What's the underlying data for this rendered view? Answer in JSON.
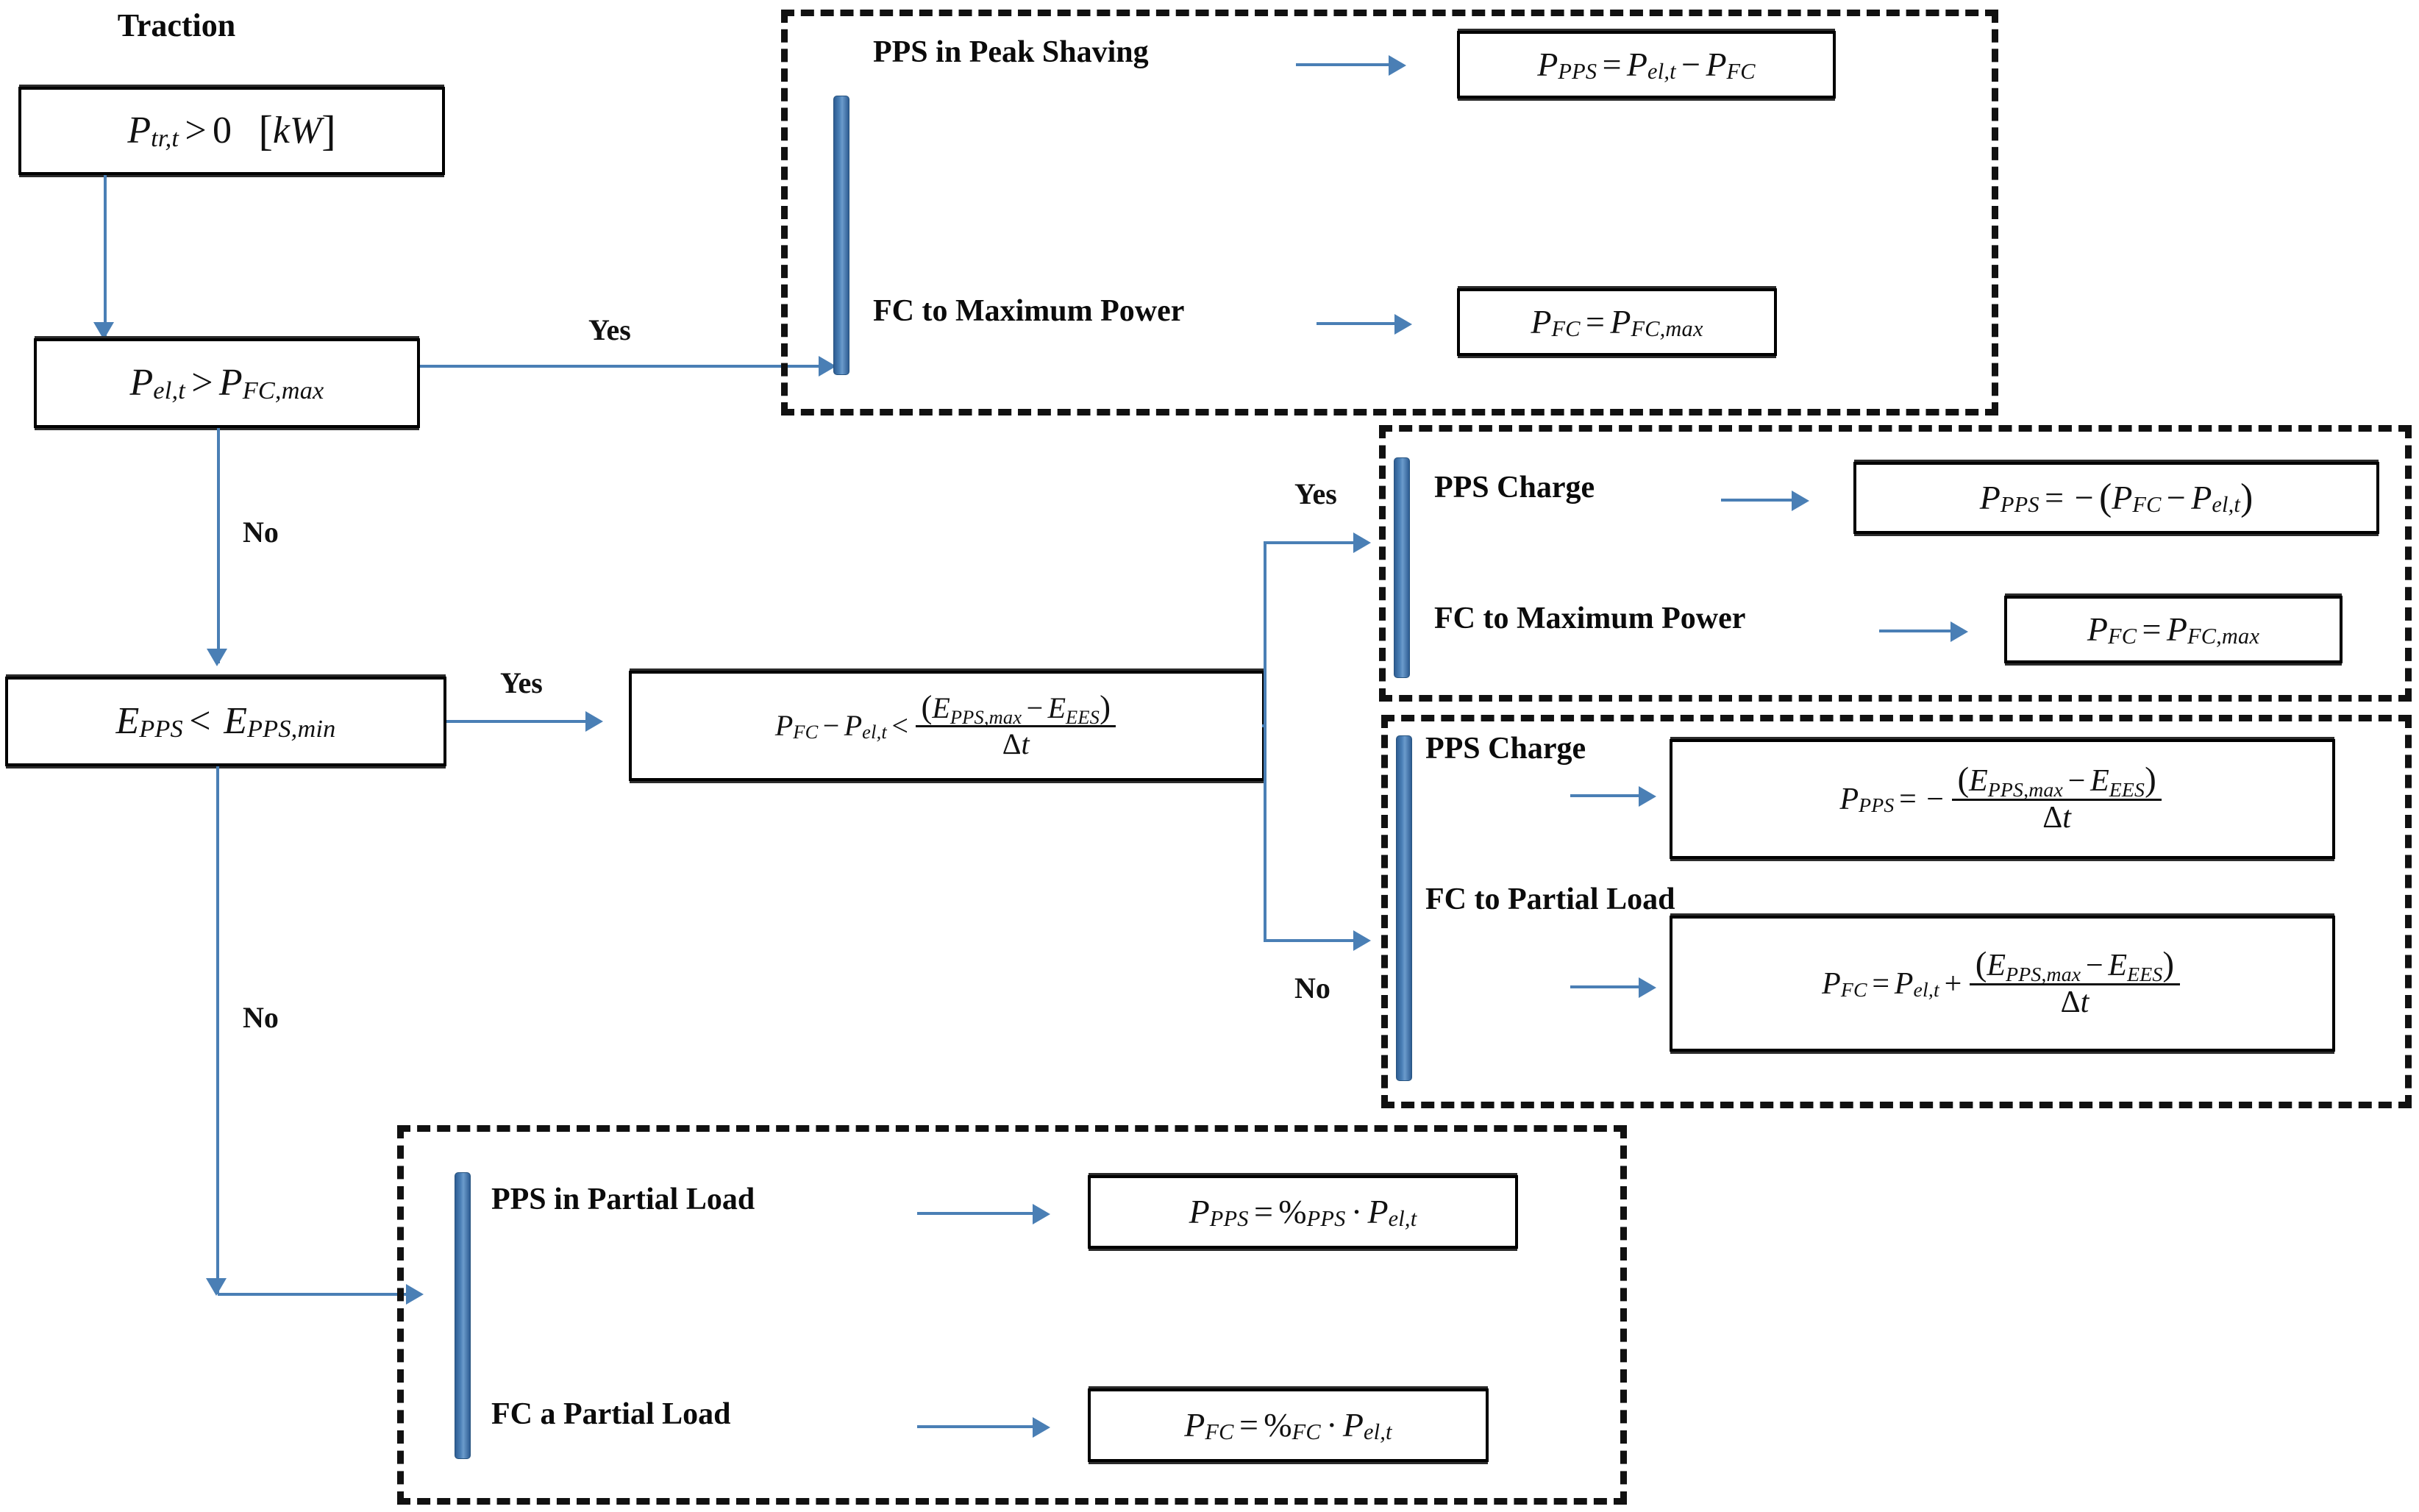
{
  "diagram": {
    "title_label": "Traction",
    "branch_labels": {
      "yes": "Yes",
      "no": "No"
    },
    "nodes": {
      "start": {
        "name": "traction-condition",
        "math": "P_tr,t > 0   [kW]"
      },
      "decision_1": {
        "name": "pel-gt-pfcmax",
        "math": "P_el,t > P_FC,max"
      },
      "decision_2": {
        "name": "epps-lt-eppsmin",
        "math": "E_PPS < E_PPS,min"
      },
      "decision_3": {
        "name": "pfc-minus-pelt-lt-frac",
        "math": "P_FC - P_el,t < (E_PPS,max - E_EES) / Dt"
      }
    },
    "groups": [
      {
        "id": "peak-shaving-group",
        "rows": [
          {
            "label": "PPS in Peak Shaving",
            "formula": "P_PPS = P_el,t - P_FC"
          },
          {
            "label": "FC to Maximum Power",
            "formula": "P_FC = P_FC,max"
          }
        ]
      },
      {
        "id": "pps-charge-group",
        "rows": [
          {
            "label": "PPS Charge",
            "formula": "P_PPS = -(P_FC - P_el,t)"
          },
          {
            "label": "FC to Maximum Power",
            "formula": "P_FC = P_FC,max"
          }
        ]
      },
      {
        "id": "pps-charge-partial-group",
        "rows": [
          {
            "label": "PPS Charge",
            "formula": "P_PPS = - (E_PPS,max - E_EES) / Dt"
          },
          {
            "label": "FC to Partial Load",
            "formula": "P_FC = P_el,t + (E_PPS,max - E_EES) / Dt"
          }
        ]
      },
      {
        "id": "partial-load-group",
        "rows": [
          {
            "label": "PPS in Partial Load",
            "formula": "P_PPS = %_PPS . P_el,t"
          },
          {
            "label": "FC a Partial Load",
            "formula": "P_FC = %_FC . P_el,t"
          }
        ]
      }
    ],
    "symbols": {
      "P": "P",
      "E": "E",
      "sub_tr_t": "tr,t",
      "sub_el_t": "el,t",
      "sub_FC": "FC",
      "sub_FC_max": "FC,max",
      "sub_PPS": "PPS",
      "sub_PPS_min": "PPS,min",
      "sub_PPS_max": "PPS,max",
      "sub_EES": "EES",
      "gt": ">",
      "lt": "<",
      "eq": "=",
      "minus": "−",
      "plus": "+",
      "cdot": "·",
      "zero": "0",
      "unit_kw": "[kW]",
      "delta_t": "Δt",
      "percent": "%",
      "lparen": "(",
      "rparen": ")",
      "neg": "−"
    },
    "colors": {
      "connector": "#4a7fb5",
      "bar": "#2e5d93",
      "border": "#000000",
      "dashed": "#111111",
      "background": "#ffffff"
    }
  }
}
